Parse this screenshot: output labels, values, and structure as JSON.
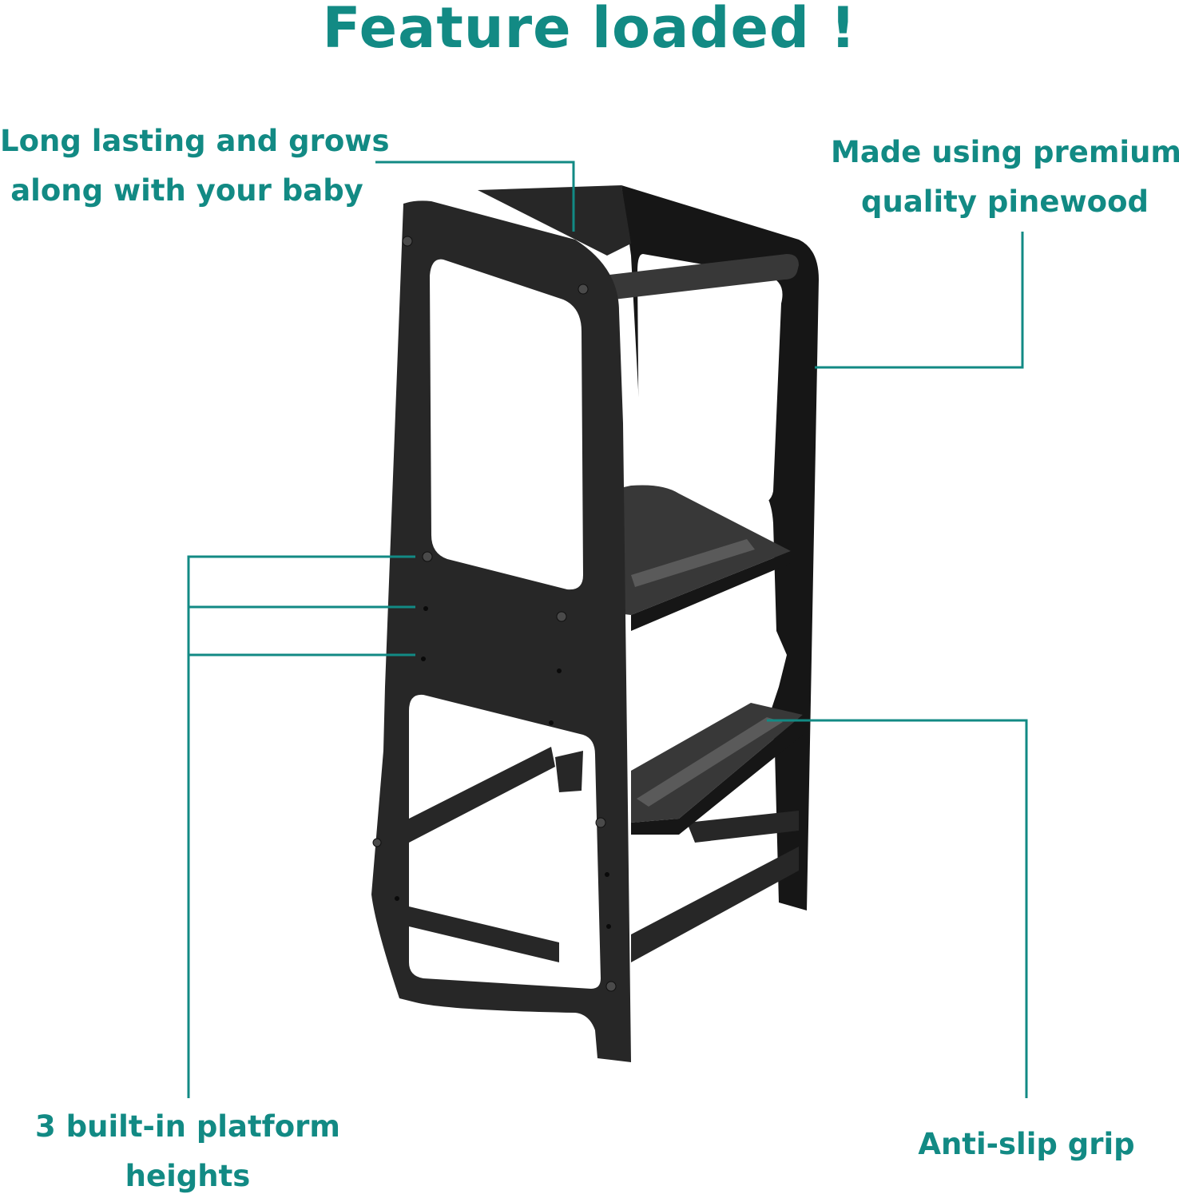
{
  "title": "Feature loaded !",
  "callouts": {
    "top_left": {
      "line1": "Long lasting and grows",
      "line2": "along with your baby"
    },
    "top_right": {
      "line1": "Made using premium",
      "line2": "quality pinewood"
    },
    "bottom_left": {
      "line1": "3 built-in platform",
      "line2": "heights"
    },
    "bottom_right": {
      "line1": "Anti-slip grip"
    }
  },
  "colors": {
    "accent": "#128a84",
    "wood": "#272727",
    "wood_shade": "#161616",
    "wood_light": "#383838",
    "grip": "#5a5a5a",
    "background": "#ffffff"
  },
  "product": "black-wooden-learning-tower-icon"
}
